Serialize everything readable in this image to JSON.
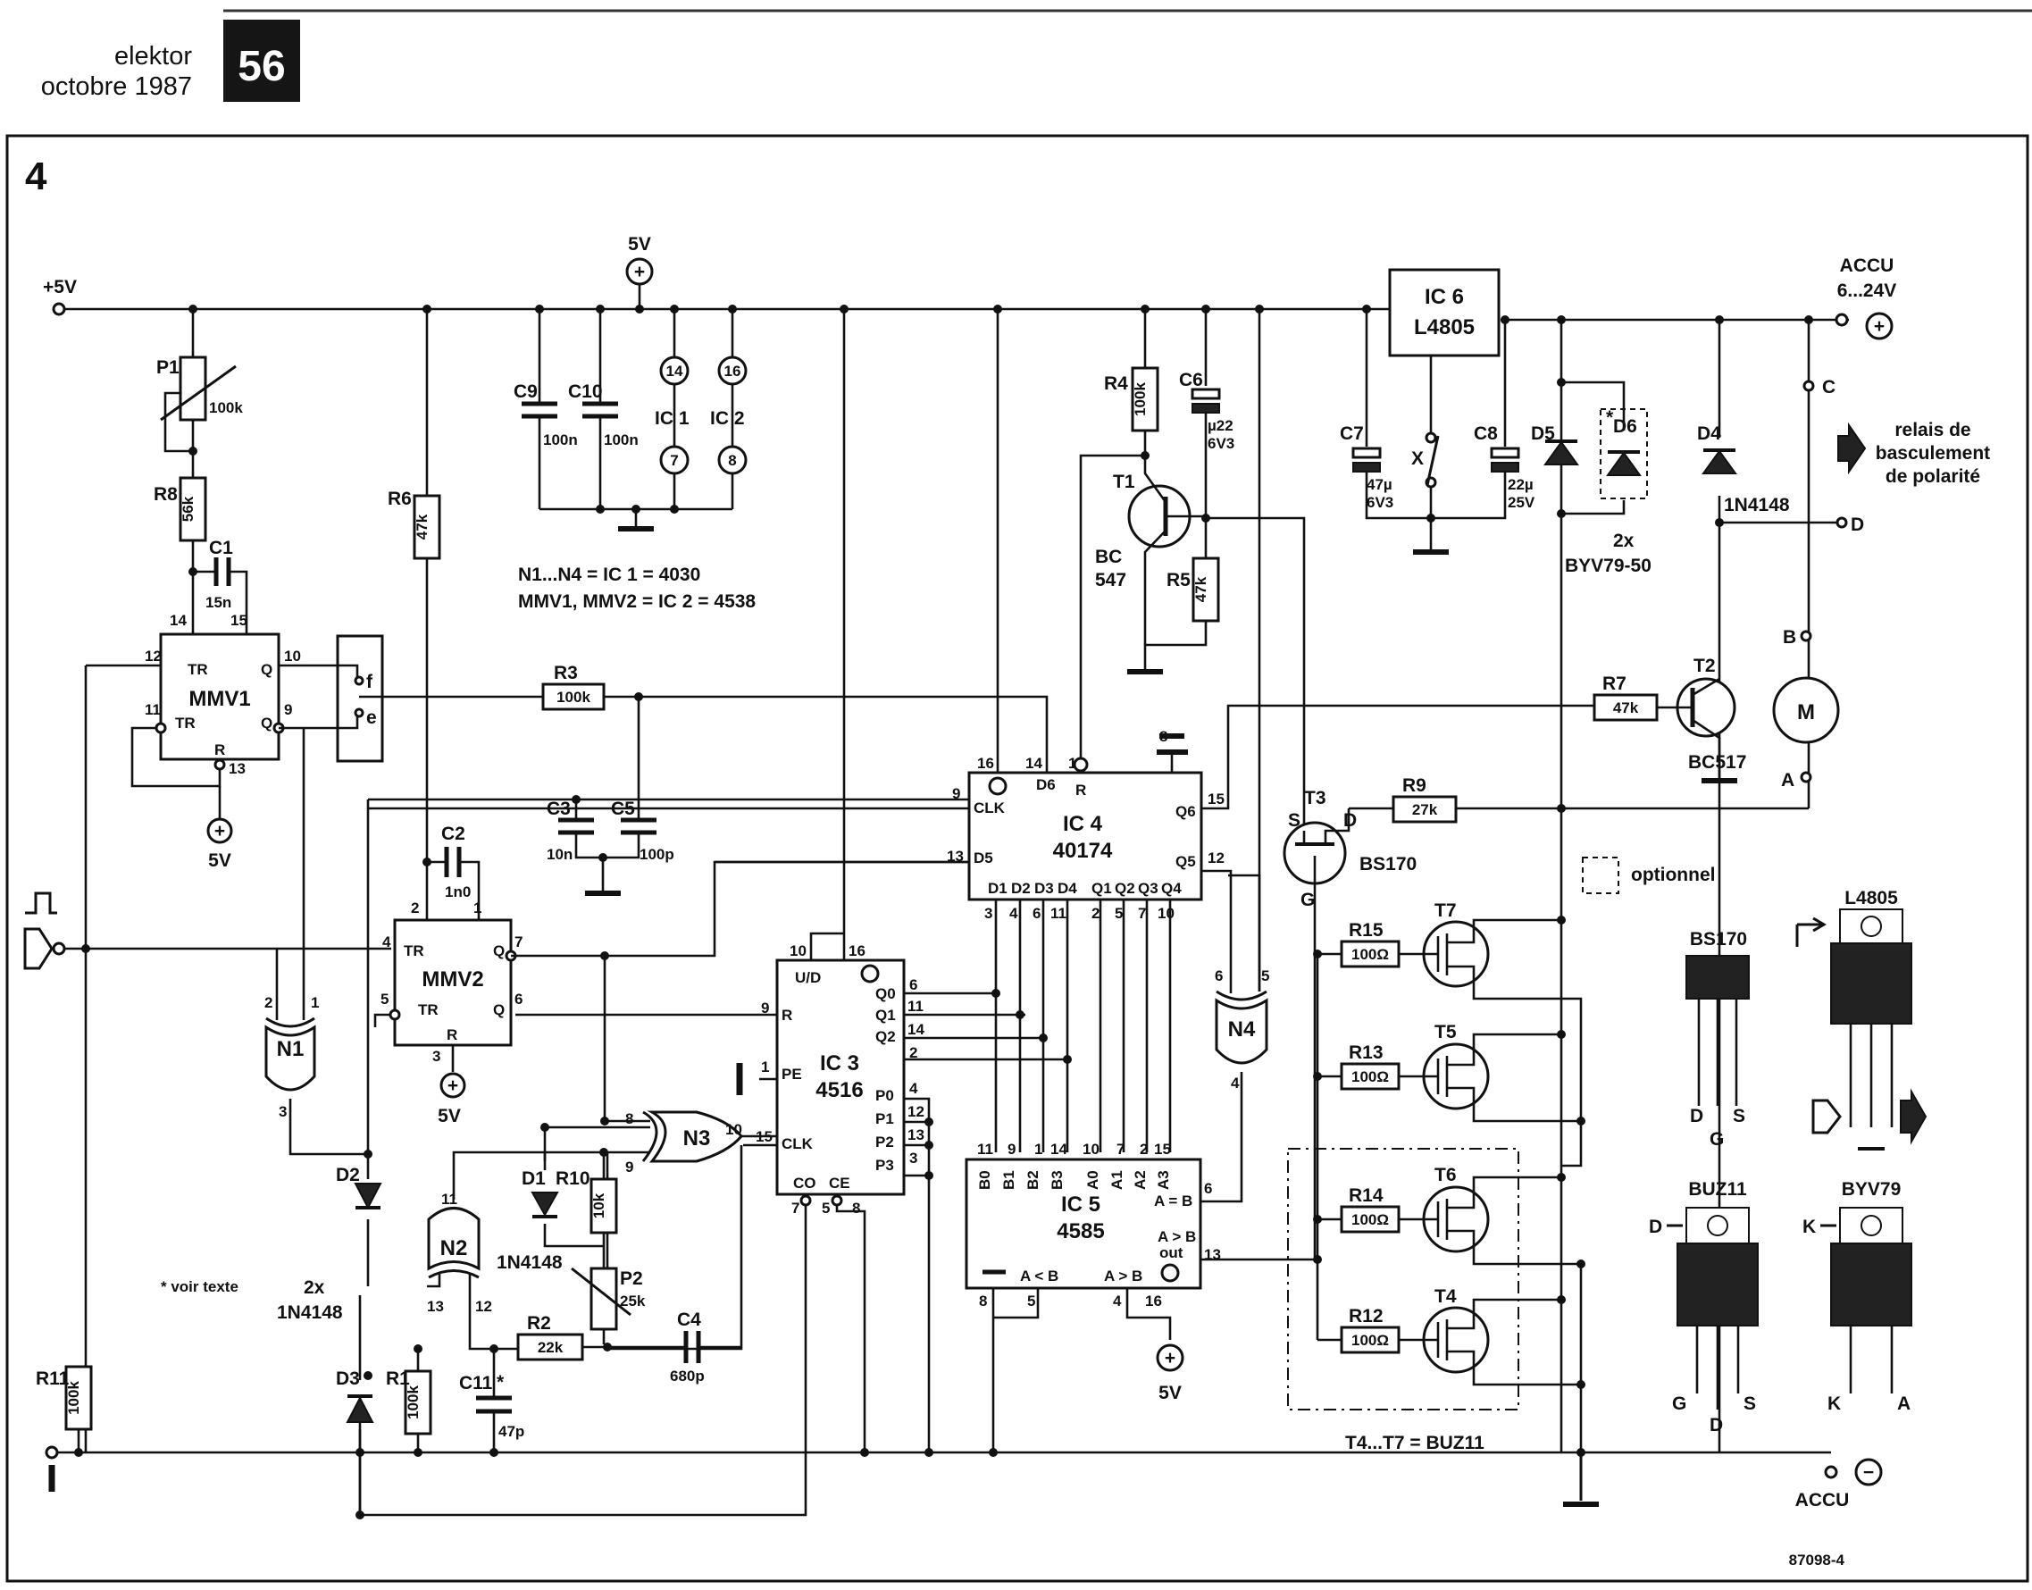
{
  "header": {
    "magazine": "elektor",
    "issue": "octobre 1987",
    "page_number": "56",
    "figure_number": "4",
    "figure_code": "87098-4"
  },
  "rails": {
    "plus5v": "+5V",
    "supply_5v": "5V",
    "accu_title": "ACCU",
    "accu_range": "6...24V",
    "accu_bottom": "ACCU",
    "plus_sign": "+",
    "minus_sign": "−"
  },
  "ics": {
    "ic1_label": "IC 1",
    "ic2_label": "IC 2",
    "ic3_name": "IC 3",
    "ic3_type": "4516",
    "ic4_name": "IC 4",
    "ic4_type": "40174",
    "ic5_name": "IC 5",
    "ic5_type": "4585",
    "ic6_name": "IC 6",
    "ic6_type": "L4805",
    "mmv1": "MMV1",
    "mmv2": "MMV2",
    "n1": "N1",
    "n2": "N2",
    "n3": "N3",
    "n4": "N4",
    "note_ics_1": "N1...N4 = IC 1 = 4030",
    "note_ics_2": "MMV1, MMV2 = IC 2 = 4538"
  },
  "components": {
    "P1": "P1",
    "P1_val": "100k",
    "R8": "R8",
    "R8_val": "56k",
    "C1": "C1",
    "C1_val": "15n",
    "R6": "R6",
    "R6_val": "47k",
    "R3": "R3",
    "R3_val": "100k",
    "C2": "C2",
    "C2_val": "1n0",
    "C3": "C3",
    "C3_val": "10n",
    "C5": "C5",
    "C5_val": "100p",
    "C9": "C9",
    "C9_val": "100n",
    "C10": "C10",
    "C10_val": "100n",
    "R4": "R4",
    "R4_val": "100k",
    "C6": "C6",
    "C6_val1": "µ22",
    "C6_val2": "6V3",
    "T1": "T1",
    "T1_type1": "BC",
    "T1_type2": "547",
    "R5": "R5",
    "R5_val": "47k",
    "C7": "C7",
    "C7_val1": "47µ",
    "C7_val2": "6V3",
    "C8": "C8",
    "C8_val1": "22µ",
    "C8_val2": "25V",
    "X": "X",
    "D5": "D5",
    "D6": "D6",
    "D6_note": "*",
    "D56_type1": "2x",
    "D56_type2": "BYV79-50",
    "D4": "D4",
    "D4_type": "1N4148",
    "R7": "R7",
    "R7_val": "47k",
    "T2": "T2",
    "T2_type": "BC517",
    "R9": "R9",
    "R9_val": "27k",
    "T3": "T3",
    "T3_type": "BS170",
    "T3_S": "S",
    "T3_D": "D",
    "T3_G": "G",
    "R15": "R15",
    "R15_val": "100Ω",
    "R13": "R13",
    "R13_val": "100Ω",
    "R14": "R14",
    "R14_val": "100Ω",
    "R12": "R12",
    "R12_val": "100Ω",
    "T7": "T7",
    "T5": "T5",
    "T6": "T6",
    "T4": "T4",
    "T47_note": "T4...T7 = BUZ11",
    "D1": "D1",
    "D1_type": "1N4148",
    "R10": "R10",
    "R10_val": "10k",
    "P2": "P2",
    "P2_val": "25k",
    "R2": "R2",
    "R2_val": "22k",
    "C4": "C4",
    "C4_val": "680p",
    "C11": "C11",
    "C11_val": "47p",
    "C11_note": "*",
    "R1": "R1",
    "R1_val": "100k",
    "R11": "R11",
    "R11_val": "100k",
    "D2": "D2",
    "D3": "D3",
    "D23_type1": "2x",
    "D23_type2": "1N4148",
    "M": "M"
  },
  "notes": {
    "voir_texte": "* voir texte",
    "optionnel": "optionnel",
    "relais_1": "relais de",
    "relais_2": "basculement",
    "relais_3": "de polarité"
  },
  "terminals": {
    "C": "C",
    "D": "D",
    "A": "A",
    "B": "B",
    "f": "f",
    "e": "e"
  },
  "pinouts": {
    "bs170": "BS170",
    "bs170_D": "D",
    "bs170_S": "S",
    "bs170_G": "G",
    "l4805": "L4805",
    "buz11": "BUZ11",
    "buz11_D_top": "D",
    "buz11_G": "G",
    "buz11_S": "S",
    "buz11_D": "D",
    "byv79": "BYV79",
    "byv79_K_top": "K",
    "byv79_K": "K",
    "byv79_A": "A"
  },
  "pins": {
    "mmv1_tr": "TR",
    "mmv1_trn": "TR",
    "mmv1_q": "Q",
    "mmv1_qn": "Q",
    "mmv1_r": "R",
    "mmv2_tr": "TR",
    "mmv2_trn": "TR",
    "mmv2_q": "Q",
    "mmv2_qn": "Q",
    "mmv2_r": "R",
    "ic3_ud": "U/D",
    "ic3_r": "R",
    "ic3_pe": "PE",
    "ic3_clk": "CLK",
    "ic3_co": "CO",
    "ic3_ce": "CE",
    "ic3_q0": "Q0",
    "ic3_q1": "Q1",
    "ic3_q2": "Q2",
    "ic3_p0": "P0",
    "ic3_p1": "P1",
    "ic3_p2": "P2",
    "ic3_p3": "P3",
    "ic4_clk": "CLK",
    "ic4_d5": "D5",
    "ic4_d6": "D6",
    "ic4_r": "R",
    "ic4_q6": "Q6",
    "ic4_q5": "Q5",
    "ic4_d1": "D1",
    "ic4_d2": "D2",
    "ic4_d3": "D3",
    "ic4_d4": "D4",
    "ic4_q1": "Q1",
    "ic4_q2": "Q2",
    "ic4_q3": "Q3",
    "ic4_q4": "Q4",
    "ic5_b0": "B0",
    "ic5_b1": "B1",
    "ic5_b2": "B2",
    "ic5_b3": "B3",
    "ic5_a0": "A0",
    "ic5_a1": "A1",
    "ic5_a2": "A2",
    "ic5_a3": "A3",
    "ic5_aeqb": "A = B",
    "ic5_agtb_out1": "A > B",
    "ic5_agtb_out2": "out",
    "ic5_altb": "A < B",
    "ic5_agtb_in": "A > B"
  },
  "pin_numbers": {
    "n14": "14",
    "n16": "16",
    "n7": "7",
    "n8": "8",
    "m1_12": "12",
    "m1_10": "10",
    "m1_11": "11",
    "m1_9": "9",
    "m1_13": "13",
    "m1_14": "14",
    "m1_15": "15",
    "m2_2": "2",
    "m2_1": "1",
    "m2_4": "4",
    "m2_5": "5",
    "m2_7": "7",
    "m2_6": "6",
    "m2_3": "3",
    "n1_2": "2",
    "n1_1": "1",
    "n1_3": "3",
    "n2_11": "11",
    "n2_13": "13",
    "n2_12": "12",
    "n3_8": "8",
    "n3_9": "9",
    "n3_10": "10",
    "n4_6": "6",
    "n4_5": "5",
    "n4_4": "4",
    "ic3_10": "10",
    "ic3_16": "16",
    "ic3_9": "9",
    "ic3_1": "1",
    "ic3_15": "15",
    "ic3_7": "7",
    "ic3_5": "5",
    "ic3_8": "8",
    "ic3_6": "6",
    "ic3_11": "11",
    "ic3_14": "14",
    "ic3_2": "2",
    "ic3_4": "4",
    "ic3_12": "12",
    "ic3_13": "13",
    "ic3_3": "3",
    "ic4_16": "16",
    "ic4_14": "14",
    "ic4_1": "1",
    "ic4_8": "8",
    "ic4_9": "9",
    "ic4_13": "13",
    "ic4_15": "15",
    "ic4_12": "12",
    "ic4_b3": "3",
    "ic4_b4": "4",
    "ic4_b6": "6",
    "ic4_b11": "11",
    "ic4_b2": "2",
    "ic4_b5": "5",
    "ic4_b7": "7",
    "ic4_b10": "10",
    "ic5_11": "11",
    "ic5_9": "9",
    "ic5_1": "1",
    "ic5_14": "14",
    "ic5_10": "10",
    "ic5_7": "7",
    "ic5_2": "2",
    "ic5_15": "15",
    "ic5_6": "6",
    "ic5_13": "13",
    "ic5_8": "8",
    "ic5_5": "5",
    "ic5_4": "4",
    "ic5_16": "16"
  }
}
